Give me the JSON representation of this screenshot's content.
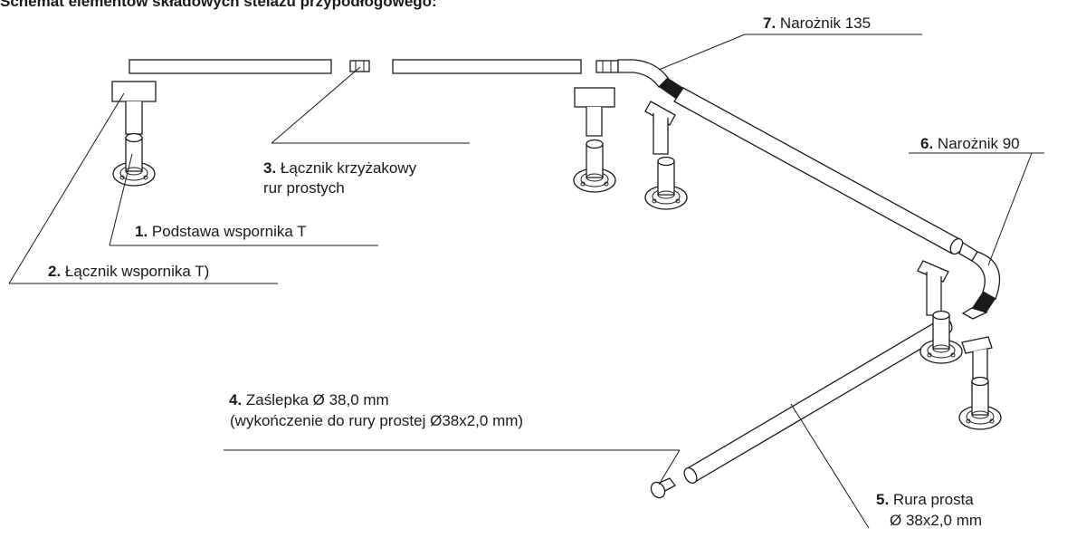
{
  "title": "Schemat elementów składowych stelażu przypodłogowego:",
  "labels": {
    "l1": {
      "num": "1.",
      "text": "Podstawa wspornika T"
    },
    "l2": {
      "num": "2.",
      "text": "Łącznik wspornika T)"
    },
    "l3": {
      "num": "3.",
      "text": "Łącznik krzyżakowy",
      "text2": "rur prostych"
    },
    "l4": {
      "num": "4.",
      "text": "Zaślepka Ø 38,0 mm",
      "text2": "(wykończenie do rury prostej Ø38x2,0 mm)"
    },
    "l5": {
      "num": "5.",
      "text": "Rura prosta",
      "text2": "Ø 38x2,0 mm"
    },
    "l6": {
      "num": "6.",
      "text": "Narożnik 90"
    },
    "l7": {
      "num": "7.",
      "text": "Narożnik 135"
    }
  }
}
